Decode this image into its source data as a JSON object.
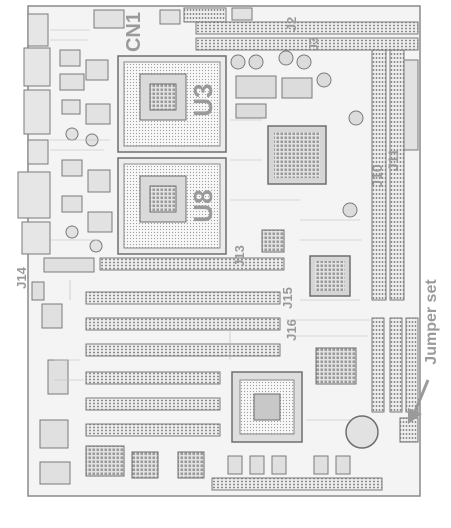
{
  "diagram": {
    "colors": {
      "background": "#ffffff",
      "board": "#f4f4f4",
      "trace": "#8a8a8a",
      "component": "#6e6e6e",
      "label": "#9a9a9a",
      "arrow": "#9a9a9a"
    },
    "labels": {
      "cn1": "CN1",
      "j2": "J2",
      "j3": "J3",
      "u3": "U3",
      "u8": "U8",
      "j13": "J13",
      "j14": "J14",
      "j15": "J15",
      "j16": "J16",
      "j10": "J10",
      "j11": "J11",
      "jumper_set": "Jumper set"
    }
  }
}
